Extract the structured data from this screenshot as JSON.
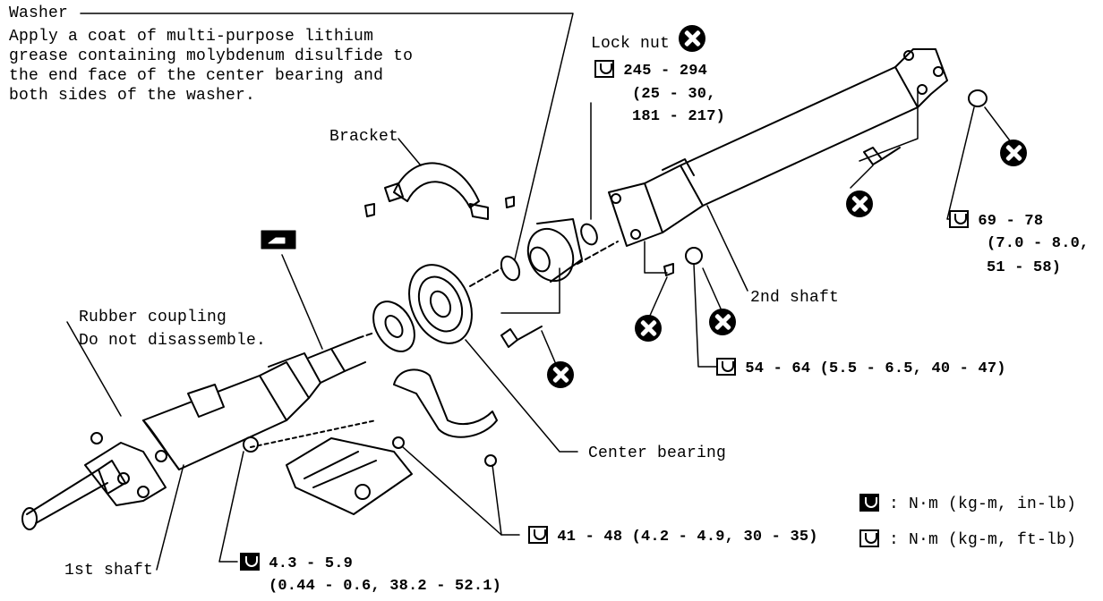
{
  "washer": {
    "title": "Washer",
    "note": "Apply a coat of multi-purpose lithium grease containing molybdenum disulfide to the end face of the center bearing and both sides of the washer."
  },
  "lock_nut": {
    "label": "Lock nut",
    "torque_line1": "245 - 294",
    "torque_line2": "(25 - 30,",
    "torque_line3": "181 - 217)"
  },
  "bracket": {
    "label": "Bracket"
  },
  "rubber_coupling": {
    "label": "Rubber coupling",
    "note": "Do not disassemble."
  },
  "right_nut_torque": {
    "line1": "69 - 78",
    "line2": "(7.0 - 8.0,",
    "line3": "51 - 58)"
  },
  "second_shaft": {
    "label": "2nd shaft"
  },
  "mid_torque": {
    "text": "54 - 64 (5.5 - 6.5, 40 - 47)"
  },
  "center_bearing": {
    "label": "Center bearing"
  },
  "first_shaft": {
    "label": "1st shaft"
  },
  "bottom_torque": {
    "text": "41 - 48 (4.2 - 4.9, 30 - 35)"
  },
  "small_torque": {
    "line1": "4.3 - 5.9",
    "line2": "(0.44 - 0.6, 38.2 - 52.1)"
  },
  "legend": {
    "in_lb": ": N·m (kg-m, in-lb)",
    "ft_lb": ": N·m (kg-m, ft-lb)"
  },
  "icons": [
    "torque-wrench-icon",
    "replace-part-icon",
    "grease-icon"
  ]
}
